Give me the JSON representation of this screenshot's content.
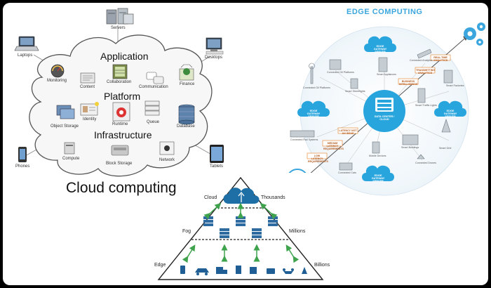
{
  "cloud_panel": {
    "title": "Cloud computing",
    "devices": {
      "servers": "Servers",
      "laptops": "Laptops",
      "desktops": "Desktops",
      "phones": "Phones",
      "tablets": "Tablets"
    },
    "sections": {
      "application": "Application",
      "platform": "Platform",
      "infrastructure": "Infrastructure"
    },
    "items": {
      "monitoring": "Monitoring",
      "content": "Content",
      "collaboration": "Collaboration",
      "communication": "Communication",
      "finance": "Finance",
      "object_storage": "Object Storage",
      "identity": "Identity",
      "runtime": "Runtime",
      "queue": "Queue",
      "database": "Database",
      "compute": "Compute",
      "block_storage": "Block Storage",
      "network": "Network"
    }
  },
  "edge_panel": {
    "title": "EDGE COMPUTING",
    "center": "DATA CENTER / CLOUD",
    "gateway": "EDGE GATEWAY SERVER",
    "nodes": {
      "connected_oil": "Connected Oil Platforms",
      "smart_appliances": "Smart Appliances",
      "connected_analytics": "Connected Analytics",
      "smart_factories": "Smart Factories",
      "connected_wind": "Connected Oil Platforms",
      "smart_streetlights": "Smart Streetlights",
      "smart_traffic": "Smart Traffic Lights",
      "connected_rail": "Connected Rail Systems",
      "smart_buildings": "Smart Buildings",
      "smart_grid": "Smart Grid",
      "mobile_devices": "Mobile Devices",
      "connected_cars": "Connected Cars",
      "connected_drones": "Connected Drones"
    },
    "tags": {
      "real_time": "REAL-TIME ANALYTICS",
      "transmitting": "TRANSMITTING ANALYTICS",
      "business": "BUSINESS INTELLIGENCE",
      "latency": "LATENCY NOT AN ISSUE",
      "medium": "MEDIUM LATENCY REQUIREMENTS",
      "low": "LOW LATENCY REQUIREMENTS"
    }
  },
  "pyramid_panel": {
    "levels": {
      "cloud": "Cloud",
      "fog": "Fog",
      "edge": "Edge"
    },
    "counts": {
      "thousands": "Thousands",
      "millions": "Millions",
      "billions": "Billions"
    }
  },
  "colors": {
    "edge_blue": "#3aa6dd",
    "arrow_green": "#3fa34d",
    "server_blue": "#2c6aa0",
    "tag_orange": "#e67e22"
  }
}
